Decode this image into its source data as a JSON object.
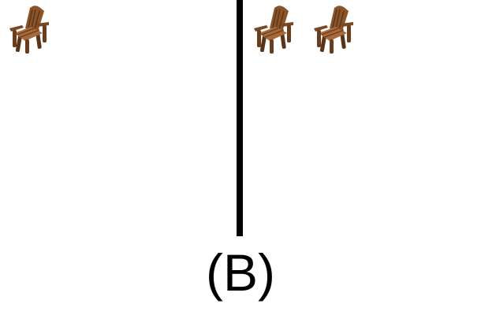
{
  "caption": "(B)",
  "icon": "adirondack-chair-icon",
  "colors": {
    "chair_dark": "#5a3416",
    "chair_mid": "#8a5428",
    "chair_light": "#a8693a",
    "divider": "#000000",
    "background": "#ffffff"
  },
  "panels": {
    "left": {
      "chair_count": 1
    },
    "right": {
      "chair_count": 2
    }
  }
}
